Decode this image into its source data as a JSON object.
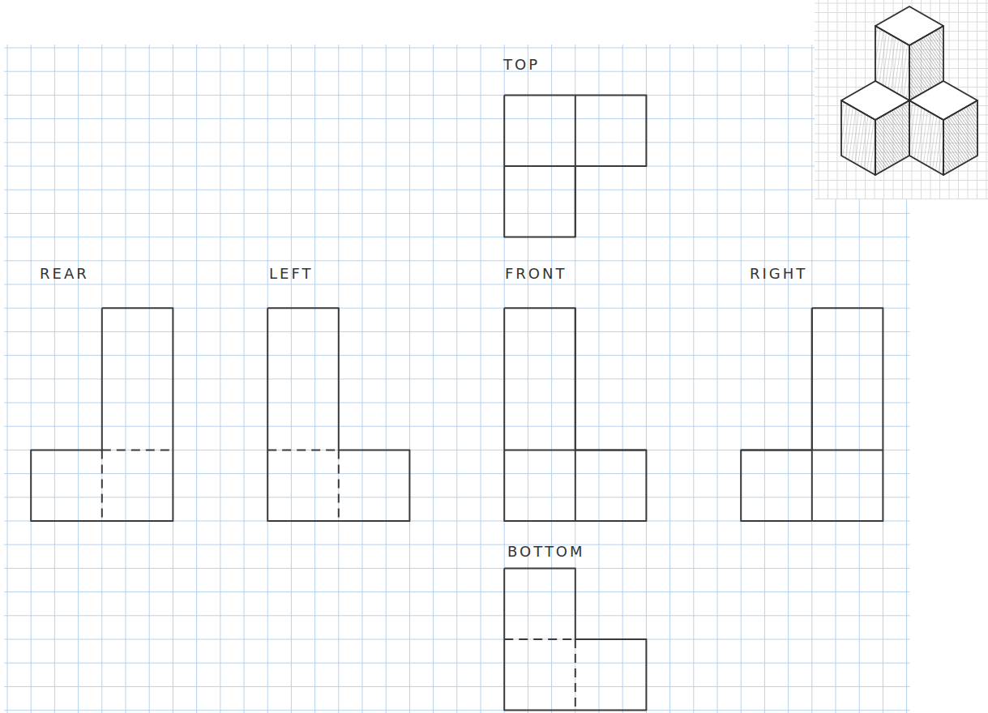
{
  "diagram": {
    "labels": [
      "TOP",
      "REAR",
      "LEFT",
      "FRONT",
      "RIGHT",
      "BOTTOM"
    ]
  }
}
